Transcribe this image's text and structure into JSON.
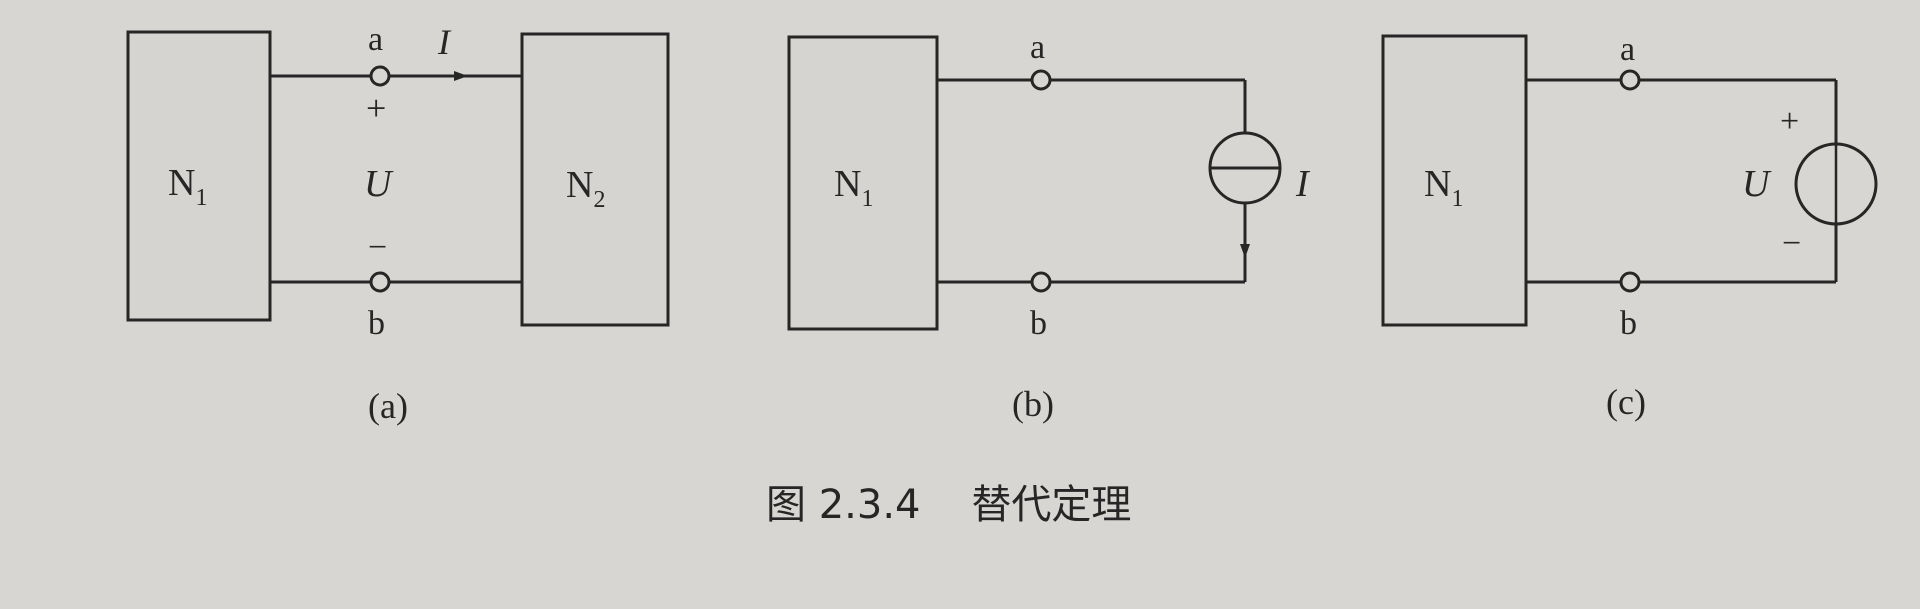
{
  "figure": {
    "caption": "图 2.3.4    替代定理"
  },
  "panels": [
    {
      "tag": "(a)",
      "left_block": {
        "name": "N",
        "sub": "1"
      },
      "right_block": {
        "name": "N",
        "sub": "2"
      },
      "terminal_top": "a",
      "terminal_bottom": "b",
      "current_label": "I",
      "voltage_label": "U",
      "plus_sign": "+",
      "minus_sign": "−"
    },
    {
      "tag": "(b)",
      "left_block": {
        "name": "N",
        "sub": "1"
      },
      "terminal_top": "a",
      "terminal_bottom": "b",
      "source_label": "I"
    },
    {
      "tag": "(c)",
      "left_block": {
        "name": "N",
        "sub": "1"
      },
      "terminal_top": "a",
      "terminal_bottom": "b",
      "source_label": "U",
      "plus_sign": "+",
      "minus_sign": "−"
    }
  ]
}
